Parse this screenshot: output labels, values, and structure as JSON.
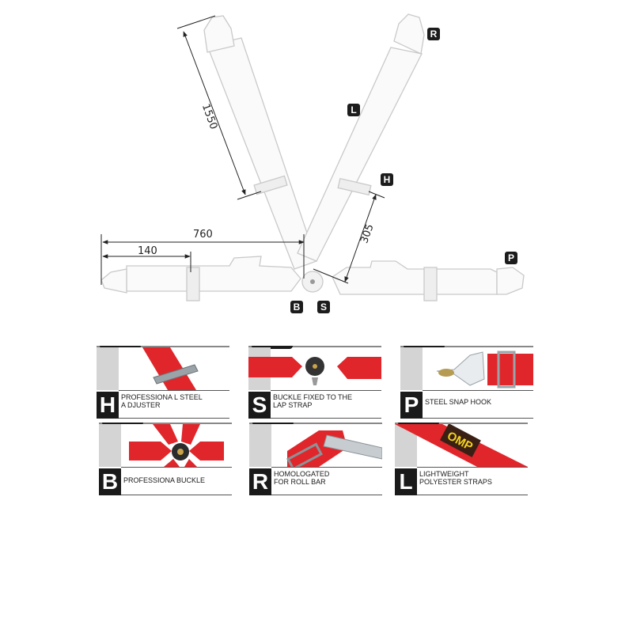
{
  "diagram": {
    "labels": {
      "R": "R",
      "L": "L",
      "H": "H",
      "P": "P",
      "B": "B",
      "S": "S"
    },
    "dimensions": {
      "shoulder_length": "1550",
      "lap_length": "760",
      "adjuster_offset": "140",
      "sub_length": "305"
    }
  },
  "features": [
    {
      "letter": "H",
      "caption_line1": "PROFESSIONA L STEEL",
      "caption_line2": "A DJUSTER"
    },
    {
      "letter": "S",
      "caption_line1": "BUCKLE FIXED TO THE",
      "caption_line2": "LAP STRAP"
    },
    {
      "letter": "P",
      "caption_line1": "STEEL SNAP HOOK",
      "caption_line2": ""
    },
    {
      "letter": "B",
      "caption_line1": "PROFESSIONA BUCKLE",
      "caption_line2": ""
    },
    {
      "letter": "R",
      "caption_line1": "HOMOLOGATED",
      "caption_line2": "FOR ROLL BAR"
    },
    {
      "letter": "L",
      "caption_line1": "LIGHTWEIGHT",
      "caption_line2": "POLYESTER STRAPS"
    }
  ],
  "logo_text": "OMP",
  "colors": {
    "strap_red": "#e0262b",
    "badge_black": "#1c1c1c",
    "logo_yellow": "#f2d21b"
  }
}
